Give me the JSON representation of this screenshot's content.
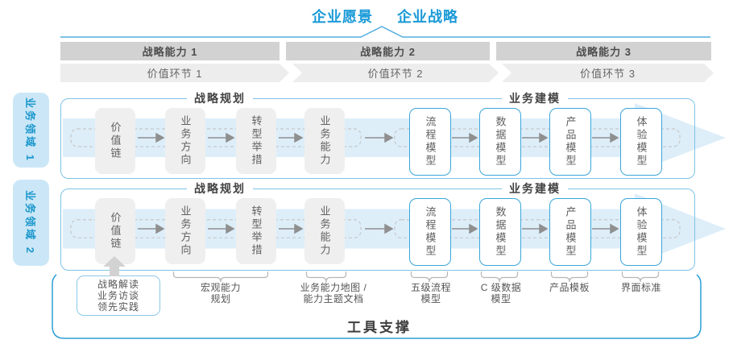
{
  "header": {
    "vision": "企业愿景",
    "strategy": "企业战略"
  },
  "top_bands": {
    "capabilities": [
      "战略能力 1",
      "战略能力 2",
      "战略能力 3"
    ],
    "value_links": [
      "价值环节 1",
      "价值环节 2",
      "价值环节 3"
    ]
  },
  "domains": [
    "业务领域 1",
    "业务领域 2"
  ],
  "row": {
    "planning_title": "战略规划",
    "modeling_title": "业务建模",
    "planning_boxes": [
      "价值链",
      "业务方向",
      "转型举措",
      "业务能力"
    ],
    "modeling_boxes": [
      "流程模型",
      "数据模型",
      "产品模型",
      "体验模型"
    ]
  },
  "annotations": {
    "inputs_box": [
      "战略解读",
      "业务访谈",
      "领先实践"
    ],
    "macro": [
      "宏观能力",
      "规划"
    ],
    "capability_map": [
      "业务能力地图 /",
      "能力主题文档"
    ],
    "process": [
      "五级流程",
      "模型"
    ],
    "data": [
      "C 级数据",
      "模型"
    ],
    "product": [
      "产品模板"
    ],
    "ui": [
      "界面标准"
    ]
  },
  "tool_support": "工具支撑",
  "colors": {
    "accent_blue": "#1a9ad7",
    "row_border_blue": "#7fc3e6",
    "box_border_blue": "#3aa6d9",
    "capability_band_gray": "#d2d2d2",
    "value_band_gray": "#ededed",
    "flow_arrow_fill": "#ddeef9",
    "gray_box_fill": "#efefef",
    "domain_label_bg": "#cbe7f7"
  }
}
